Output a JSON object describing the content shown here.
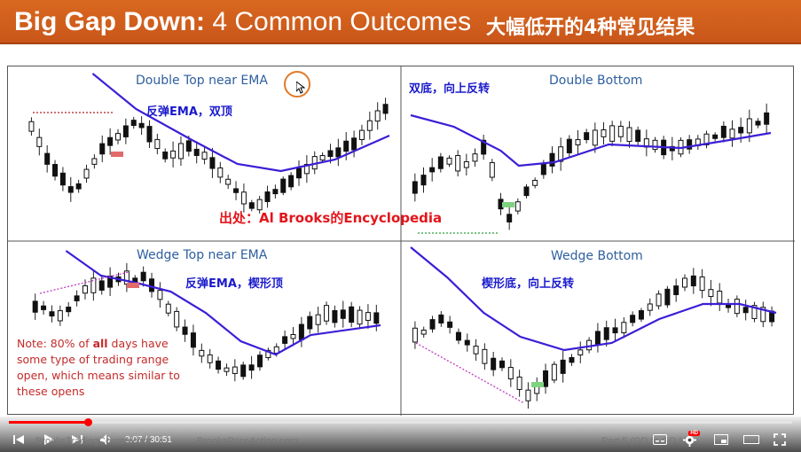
{
  "title": {
    "main_bold": "Big Gap Down:",
    "main_rest": " 4 Common Outcomes",
    "cn": "大幅低开的4种常见结果"
  },
  "panels": {
    "top_left": {
      "title": "Double Top near EMA",
      "note": "反弹EMA，双顶"
    },
    "top_right": {
      "title": "Double Bottom",
      "note": "双底，向上反转"
    },
    "bottom_left": {
      "title": "Wedge Top near EMA",
      "note": "反弹EMA，楔形顶"
    },
    "bottom_right": {
      "title": "Wedge Bottom",
      "note": "楔形底，向上反转"
    }
  },
  "source": "出处：Al Brooks的Encyclopedia",
  "note": {
    "prefix": "Note: 80% of ",
    "bold": "all",
    "suffix": " days have some type of trading range open, which means similar to these opens"
  },
  "player": {
    "current_time": "3:07",
    "duration": "30:51",
    "progress": 0.101,
    "watermark_left": "BrooksTradingCourse.com",
    "watermark_center": "BrooksPriceAction.com",
    "chapter": "Part 5 (GD to GD H)",
    "hd_badge": "HD",
    "colors": {
      "progress": "#ff0000",
      "title_bar": "#c9561a"
    }
  }
}
